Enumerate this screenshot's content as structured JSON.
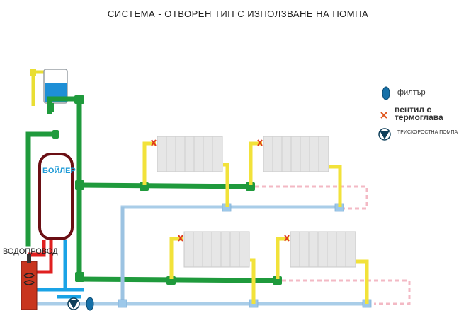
{
  "title": "СИСТЕМА  - ОТВОРЕН ТИП  С   ИЗПОЛЗВАНЕ НА  ПОМПА",
  "labels": {
    "boiler": "БОЙЛЕР",
    "water_supply": "ВОДОПРОВОД"
  },
  "legend": {
    "filter": "филтър",
    "valve": "вентил с термоглава",
    "pump": "ТРИСКОРОСТНА ПОМПА"
  },
  "colors": {
    "supply_pipe": "#1f9a3c",
    "return_pipe": "#a9cde8",
    "riser": "#f2e23a",
    "hot_water": "#e02020",
    "cold_water": "#1aa3e6",
    "boiler_outline": "#6b0f14",
    "radiator": "#e6e6e6",
    "tank_water": "#1e8fd6",
    "planned_extension": "#f3b9c4"
  }
}
